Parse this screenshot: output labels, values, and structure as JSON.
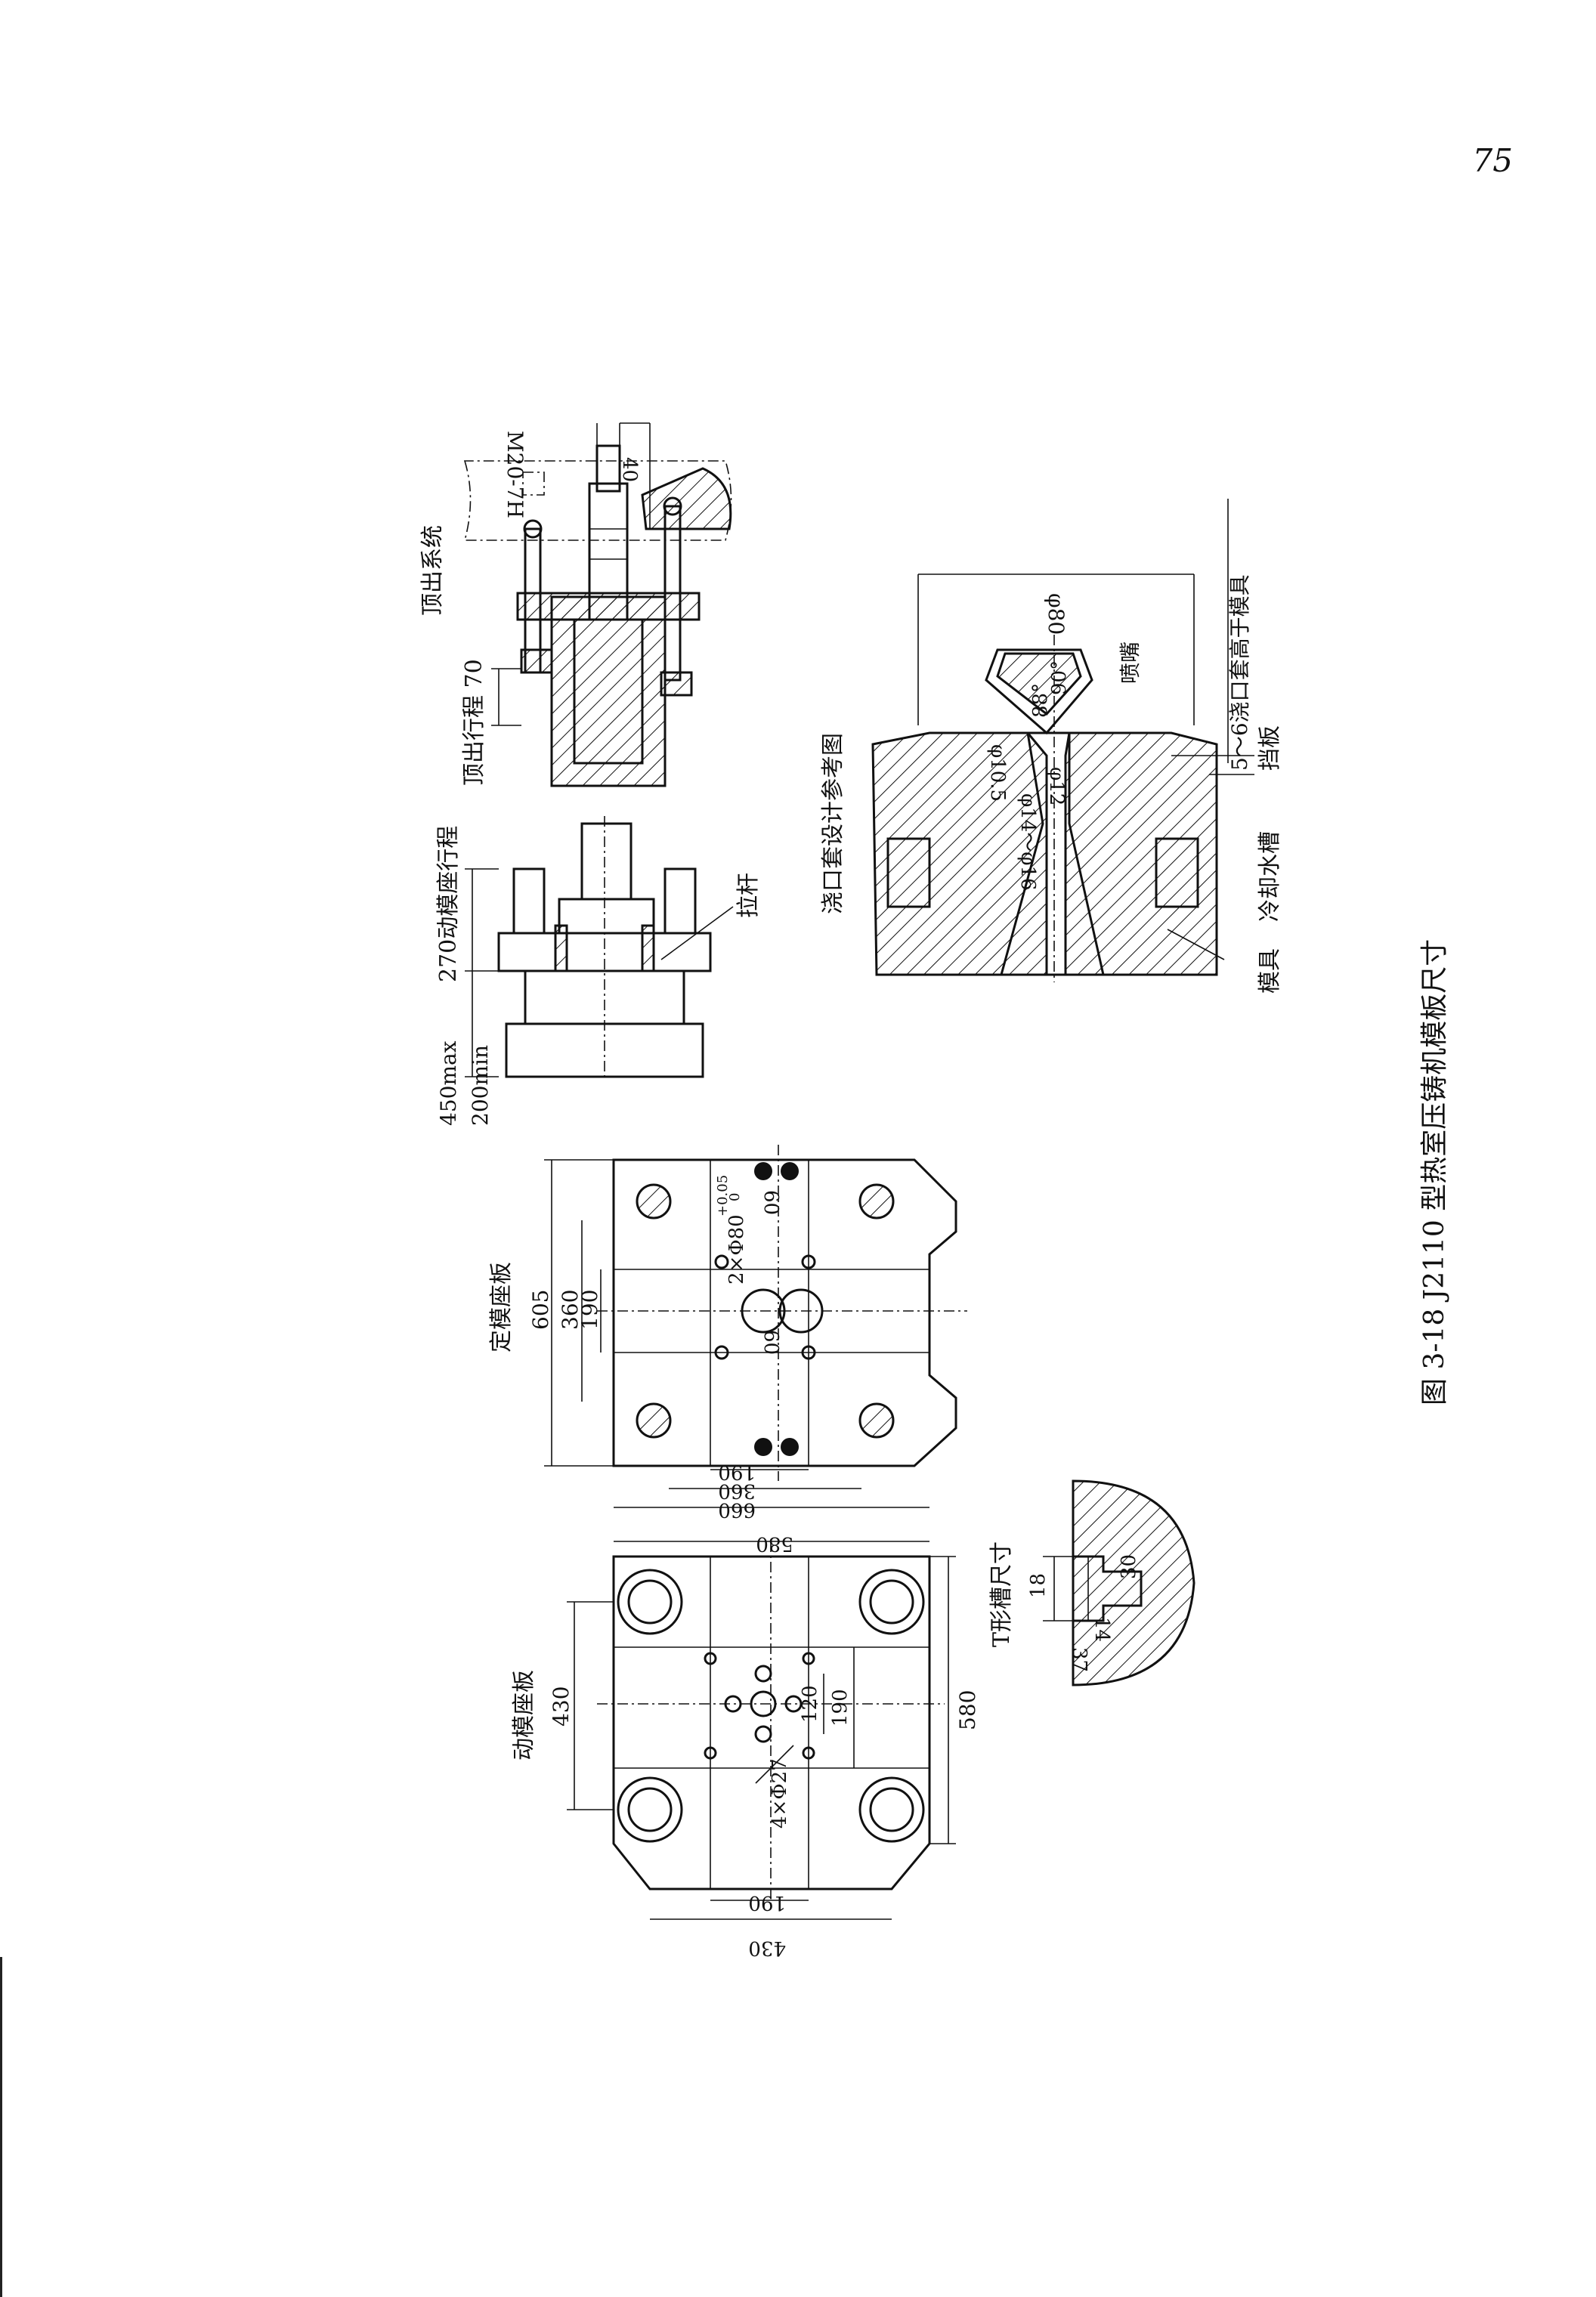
{
  "page_number": "75",
  "caption": "图 3-18 J2110 型热室压铸机模板尺寸",
  "ejector": {
    "title": "顶出系统",
    "stroke_label": "顶出行程 70",
    "thread": "M20-7H",
    "dim_40": "40"
  },
  "side_view": {
    "stroke_label": "270动模座行程",
    "max_label": "450max",
    "min_label": "200min",
    "tie_rod": "拉杆"
  },
  "sprue": {
    "title": "浇口套设计参考图",
    "phi80": "φ80",
    "nozzle": "喷嘴",
    "angle90": "90°",
    "angle88": "88°",
    "phi105": "φ10.5",
    "phi12": "φ12",
    "phi14_16": "φ14～φ16",
    "note": "5～6浇口套高于模具",
    "plate": "挡板",
    "die": "模具",
    "cooling": "冷却水槽"
  },
  "fixed_plate": {
    "title": "定模座板",
    "d605": "605",
    "d360": "360",
    "d190": "190",
    "hole": "2×Φ80",
    "tol_upper": "+0.05",
    "tol_lower": "0",
    "d60a": "60",
    "d60b": "60",
    "b190": "190",
    "b360": "360",
    "b660": "660"
  },
  "moving_plate": {
    "title": "动模座板",
    "d430": "430",
    "d580": "580",
    "r580": "580",
    "d120": "120",
    "d190": "190",
    "holes": "4×Φ27",
    "b190": "190",
    "b430": "430"
  },
  "tslot": {
    "title": "T形槽尺寸",
    "d18": "18",
    "d14": "14",
    "d30": "30",
    "d37": "37"
  }
}
